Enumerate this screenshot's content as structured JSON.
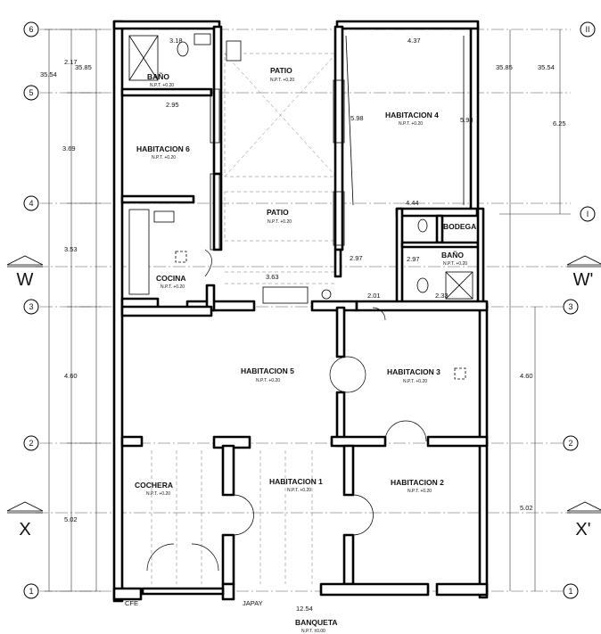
{
  "rooms": {
    "bano_top": "BAÑO",
    "habitacion6": "HABITACION 6",
    "patio_top": "PATIO",
    "patio_mid": "PATIO",
    "cocina": "COCINA",
    "habitacion4": "HABITACION 4",
    "bodega": "BODEGA",
    "bano_right": "BAÑO",
    "habitacion5": "HABITACION 5",
    "habitacion3": "HABITACION 3",
    "cochera": "COCHERA",
    "habitacion1": "HABITACION 1",
    "habitacion2": "HABITACION 2"
  },
  "levels": {
    "interior": "N.P.T. +0.20",
    "exterior": "N.P.T. ±0.00"
  },
  "outside": {
    "street": "BANQUETA",
    "cfe": "CFE",
    "japay": "JAPAY"
  },
  "axes": {
    "rows": [
      "6",
      "5",
      "4",
      "3",
      "2",
      "1"
    ],
    "cols": [
      "II",
      "I"
    ]
  },
  "sections": {
    "w": "W",
    "w_prime": "W'",
    "x": "X",
    "x_prime": "X'"
  },
  "dims": {
    "left_total_outer": "35.54",
    "left_total_inner": "35.85",
    "right_total_outer": "35.54",
    "right_total_inner": "35.85",
    "seg_6_5": "2.17",
    "seg_5_4": "3.69",
    "seg_4_3": "3.53",
    "seg_3_2": "4.60",
    "seg_2_1": "5.02",
    "right_II_I": "6.25",
    "right_3_2": "4.60",
    "right_2_1": "5.02",
    "bano_width": "3.18",
    "hab6_width": "2.95",
    "hab4_width": "4.37",
    "hab4_left_h": "5.98",
    "hab4_right_h": "5.98",
    "bodega_width": "4.44",
    "patio_span": "2.97",
    "bano_r_width": "2.97",
    "cocina_width": "3.63",
    "small_a": "2.01",
    "small_b": "2.33",
    "front_width": "12.54"
  }
}
